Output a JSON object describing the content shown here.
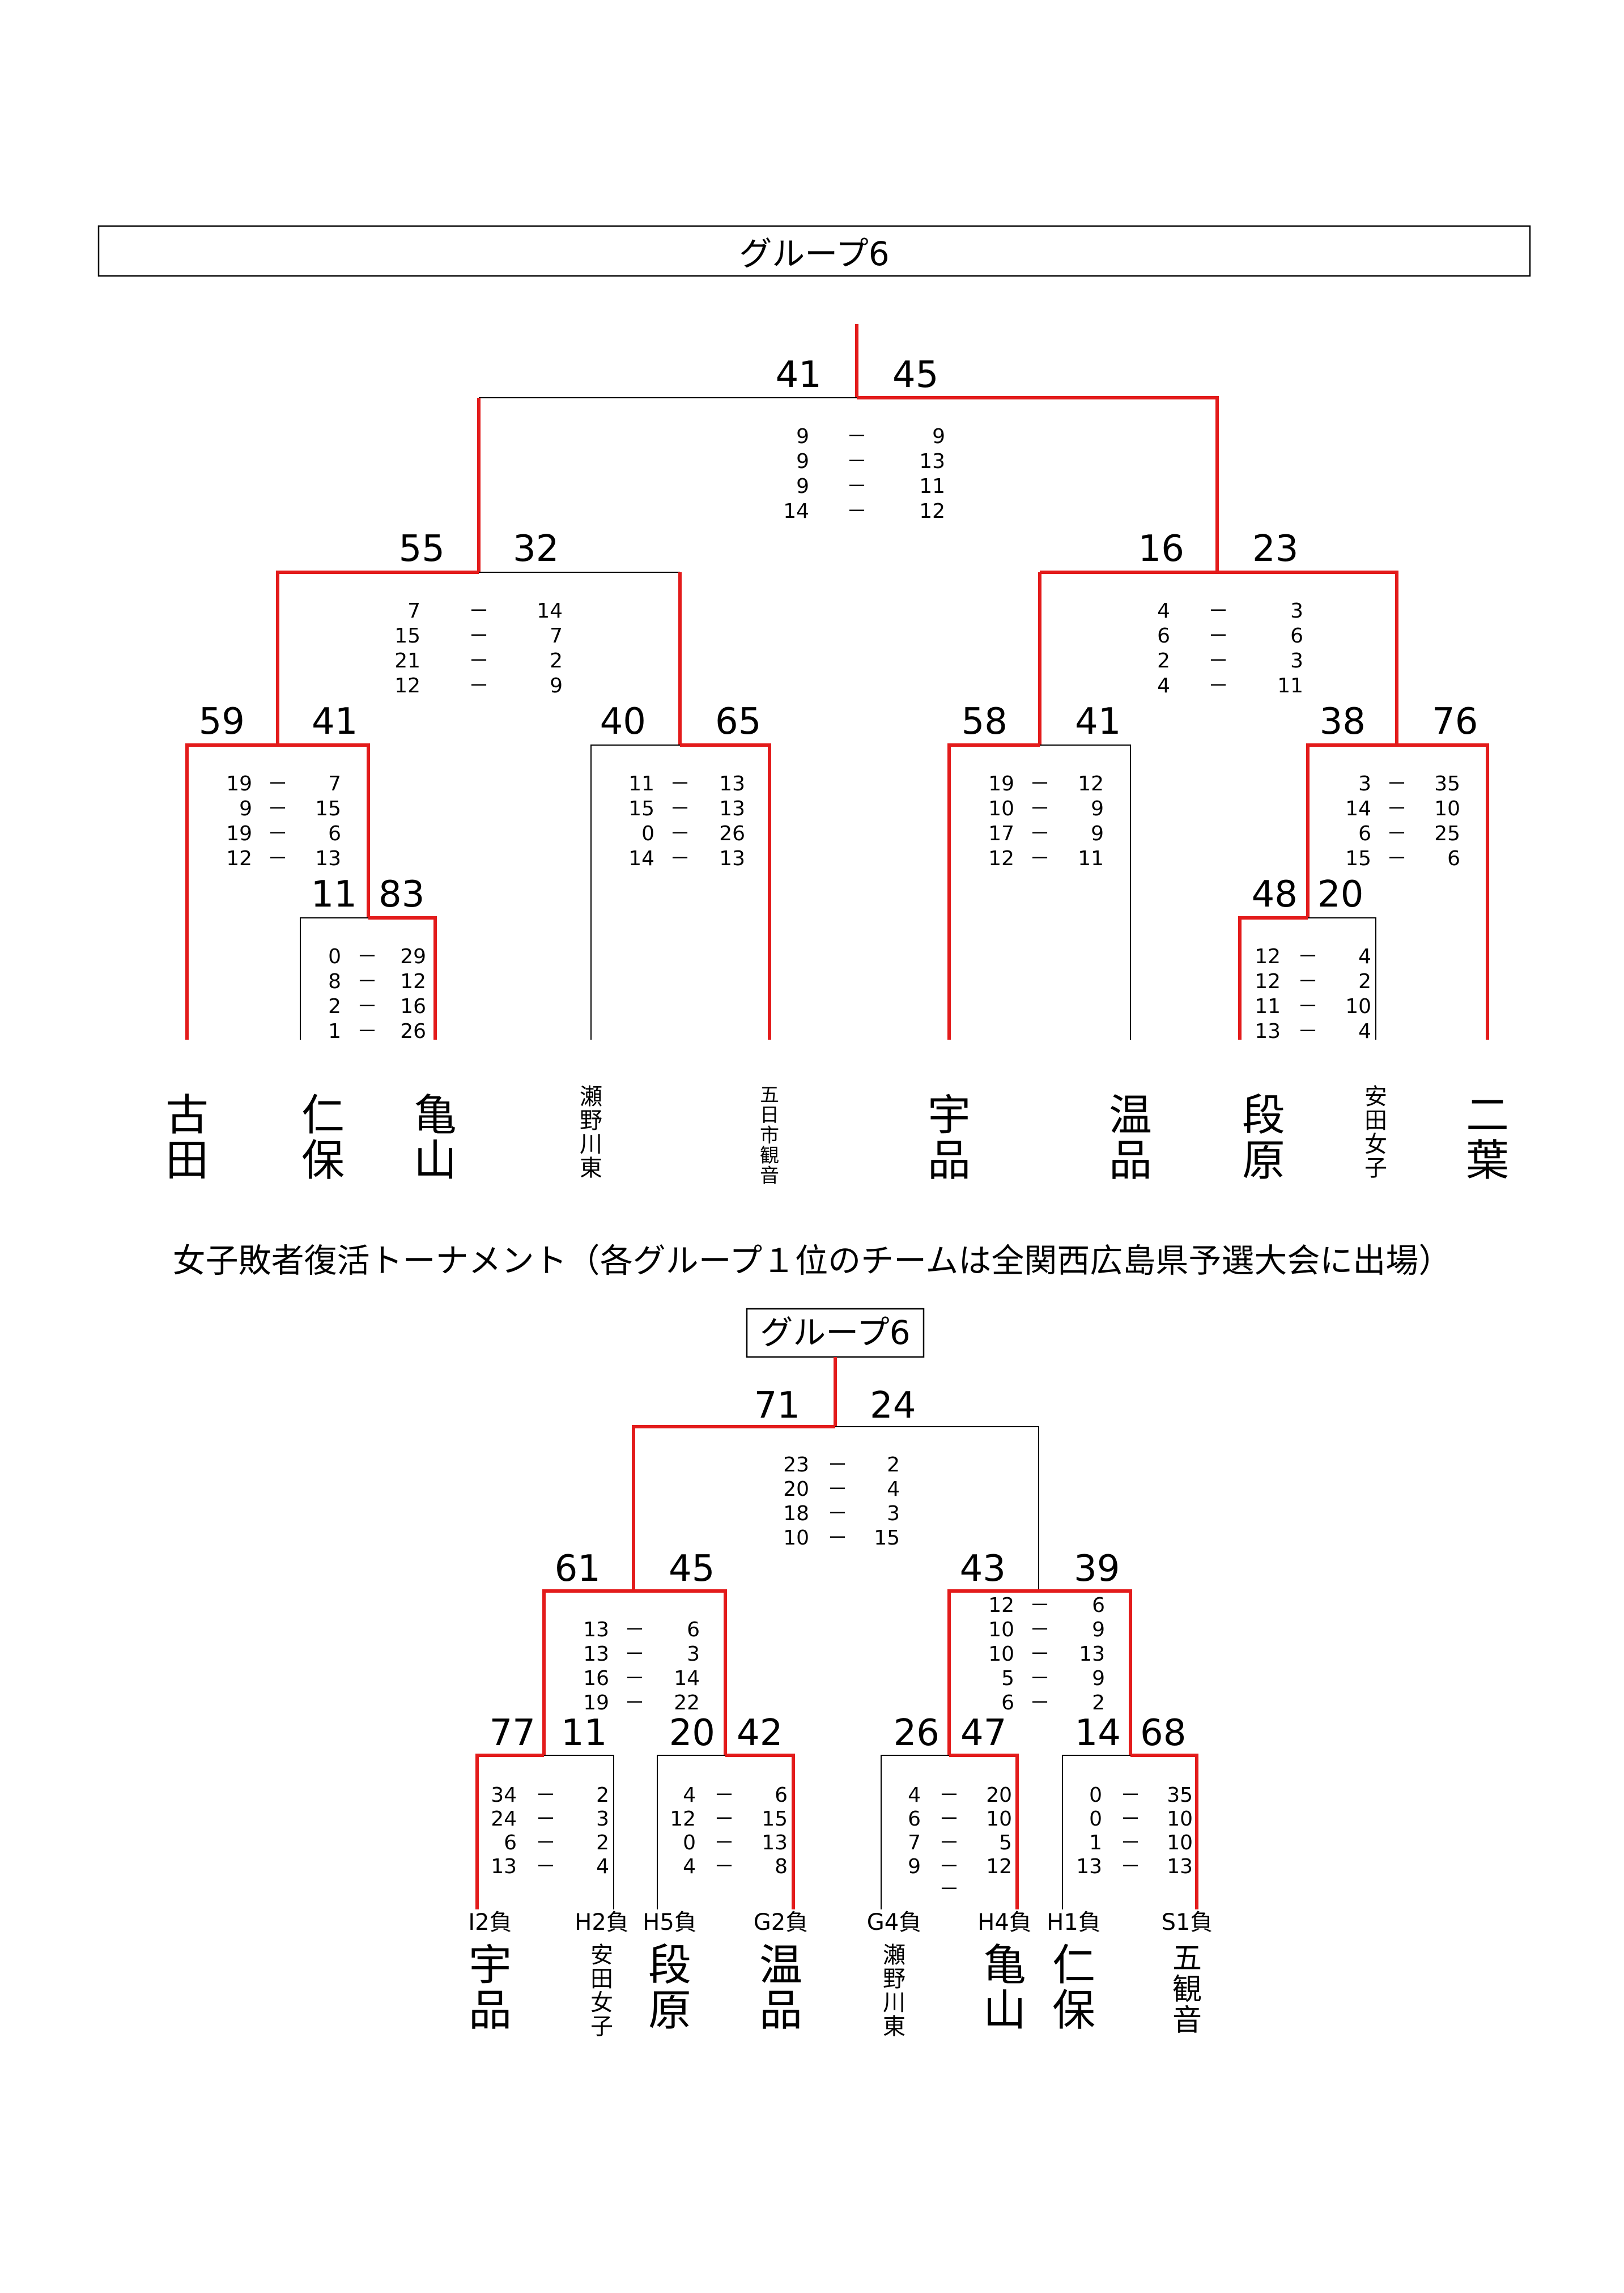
{
  "top": {
    "title": "グループ6",
    "teams": [
      {
        "name": "古田"
      },
      {
        "name": "仁保"
      },
      {
        "name": "亀山"
      },
      {
        "name": "瀬野川東"
      },
      {
        "name": "五日市観音"
      },
      {
        "name": "宇品"
      },
      {
        "name": "温品"
      },
      {
        "name": "段原"
      },
      {
        "name": "安田女子"
      },
      {
        "name": "二葉"
      }
    ],
    "matches": [
      {
        "left": "41",
        "right": "45",
        "sets": [
          [
            "9",
            "9"
          ],
          [
            "9",
            "13"
          ],
          [
            "9",
            "11"
          ],
          [
            "14",
            "12"
          ]
        ]
      },
      {
        "left": "55",
        "right": "32",
        "sets": [
          [
            "7",
            "14"
          ],
          [
            "15",
            "7"
          ],
          [
            "21",
            "2"
          ],
          [
            "12",
            "9"
          ]
        ]
      },
      {
        "left": "16",
        "right": "23",
        "sets": [
          [
            "4",
            "3"
          ],
          [
            "6",
            "6"
          ],
          [
            "2",
            "3"
          ],
          [
            "4",
            "11"
          ]
        ]
      },
      {
        "left": "59",
        "right": "41",
        "sets": [
          [
            "19",
            "7"
          ],
          [
            "9",
            "15"
          ],
          [
            "19",
            "6"
          ],
          [
            "12",
            "13"
          ]
        ]
      },
      {
        "left": "40",
        "right": "65",
        "sets": [
          [
            "11",
            "13"
          ],
          [
            "15",
            "13"
          ],
          [
            "0",
            "26"
          ],
          [
            "14",
            "13"
          ]
        ]
      },
      {
        "left": "58",
        "right": "41",
        "sets": [
          [
            "19",
            "12"
          ],
          [
            "10",
            "9"
          ],
          [
            "17",
            "9"
          ],
          [
            "12",
            "11"
          ]
        ]
      },
      {
        "left": "38",
        "right": "76",
        "sets": [
          [
            "3",
            "35"
          ],
          [
            "14",
            "10"
          ],
          [
            "6",
            "25"
          ],
          [
            "15",
            "6"
          ]
        ]
      },
      {
        "left": "11",
        "right": "83",
        "sets": [
          [
            "0",
            "29"
          ],
          [
            "8",
            "12"
          ],
          [
            "2",
            "16"
          ],
          [
            "1",
            "26"
          ]
        ]
      },
      {
        "left": "48",
        "right": "20",
        "sets": [
          [
            "12",
            "4"
          ],
          [
            "12",
            "2"
          ],
          [
            "11",
            "10"
          ],
          [
            "13",
            "4"
          ]
        ]
      }
    ]
  },
  "section_heading": "女子敗者復活トーナメント（各グループ１位のチームは全関西広島県予選大会に出場）",
  "bottom": {
    "title": "グループ6",
    "teams": [
      {
        "seed": "I2負",
        "name": "宇品"
      },
      {
        "seed": "H2負",
        "name": "安田女子"
      },
      {
        "seed": "H5負",
        "name": "段原"
      },
      {
        "seed": "G2負",
        "name": "温品"
      },
      {
        "seed": "G4負",
        "name": "瀬野川東"
      },
      {
        "seed": "H4負",
        "name": "亀山"
      },
      {
        "seed": "H1負",
        "name": "仁保"
      },
      {
        "seed": "S1負",
        "name": "五観音"
      }
    ],
    "matches": [
      {
        "left": "71",
        "right": "24",
        "sets": [
          [
            "23",
            "2"
          ],
          [
            "20",
            "4"
          ],
          [
            "18",
            "3"
          ],
          [
            "10",
            "15"
          ]
        ]
      },
      {
        "left": "61",
        "right": "45",
        "sets": [
          [
            "13",
            "6"
          ],
          [
            "13",
            "3"
          ],
          [
            "16",
            "14"
          ],
          [
            "19",
            "22"
          ]
        ]
      },
      {
        "left": "43",
        "right": "39",
        "sets": [
          [
            "12",
            "6"
          ],
          [
            "10",
            "9"
          ],
          [
            "10",
            "13"
          ],
          [
            "5",
            "9"
          ],
          [
            "6",
            "2"
          ]
        ]
      },
      {
        "left": "77",
        "right": "11",
        "sets": [
          [
            "34",
            "2"
          ],
          [
            "24",
            "3"
          ],
          [
            "6",
            "2"
          ],
          [
            "13",
            "4"
          ]
        ]
      },
      {
        "left": "20",
        "right": "42",
        "sets": [
          [
            "4",
            "6"
          ],
          [
            "12",
            "15"
          ],
          [
            "0",
            "13"
          ],
          [
            "4",
            "8"
          ]
        ]
      },
      {
        "left": "26",
        "right": "47",
        "sets": [
          [
            "4",
            "20"
          ],
          [
            "6",
            "10"
          ],
          [
            "7",
            "5"
          ],
          [
            "9",
            "12"
          ],
          [
            "",
            ""
          ]
        ]
      },
      {
        "left": "14",
        "right": "68",
        "sets": [
          [
            "0",
            "35"
          ],
          [
            "0",
            "10"
          ],
          [
            "1",
            "10"
          ],
          [
            "13",
            "13"
          ]
        ]
      }
    ]
  },
  "colors": {
    "winner_path": "#e31b1b",
    "line": "#000000",
    "text": "#000000"
  }
}
